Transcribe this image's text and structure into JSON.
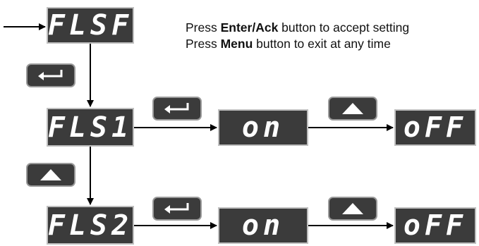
{
  "displays": {
    "flsf": "FLSF",
    "fls1": "FLS1",
    "fls2": "FLS2",
    "on_1": "on",
    "off_1": "oFF",
    "on_2": "on",
    "off_2": "oFF"
  },
  "instructions": {
    "line1_prefix": "Press ",
    "line1_bold": "Enter/Ack",
    "line1_suffix": " button to accept setting",
    "line2_prefix": "Press ",
    "line2_bold": "Menu",
    "line2_suffix": " button to exit at any time"
  },
  "buttons": {
    "enter_icon": "enter-icon",
    "up_icon": "up-arrow-icon"
  },
  "colors": {
    "display_bg": "#3b3b3b",
    "display_text": "#ffffff",
    "line": "#000000"
  }
}
